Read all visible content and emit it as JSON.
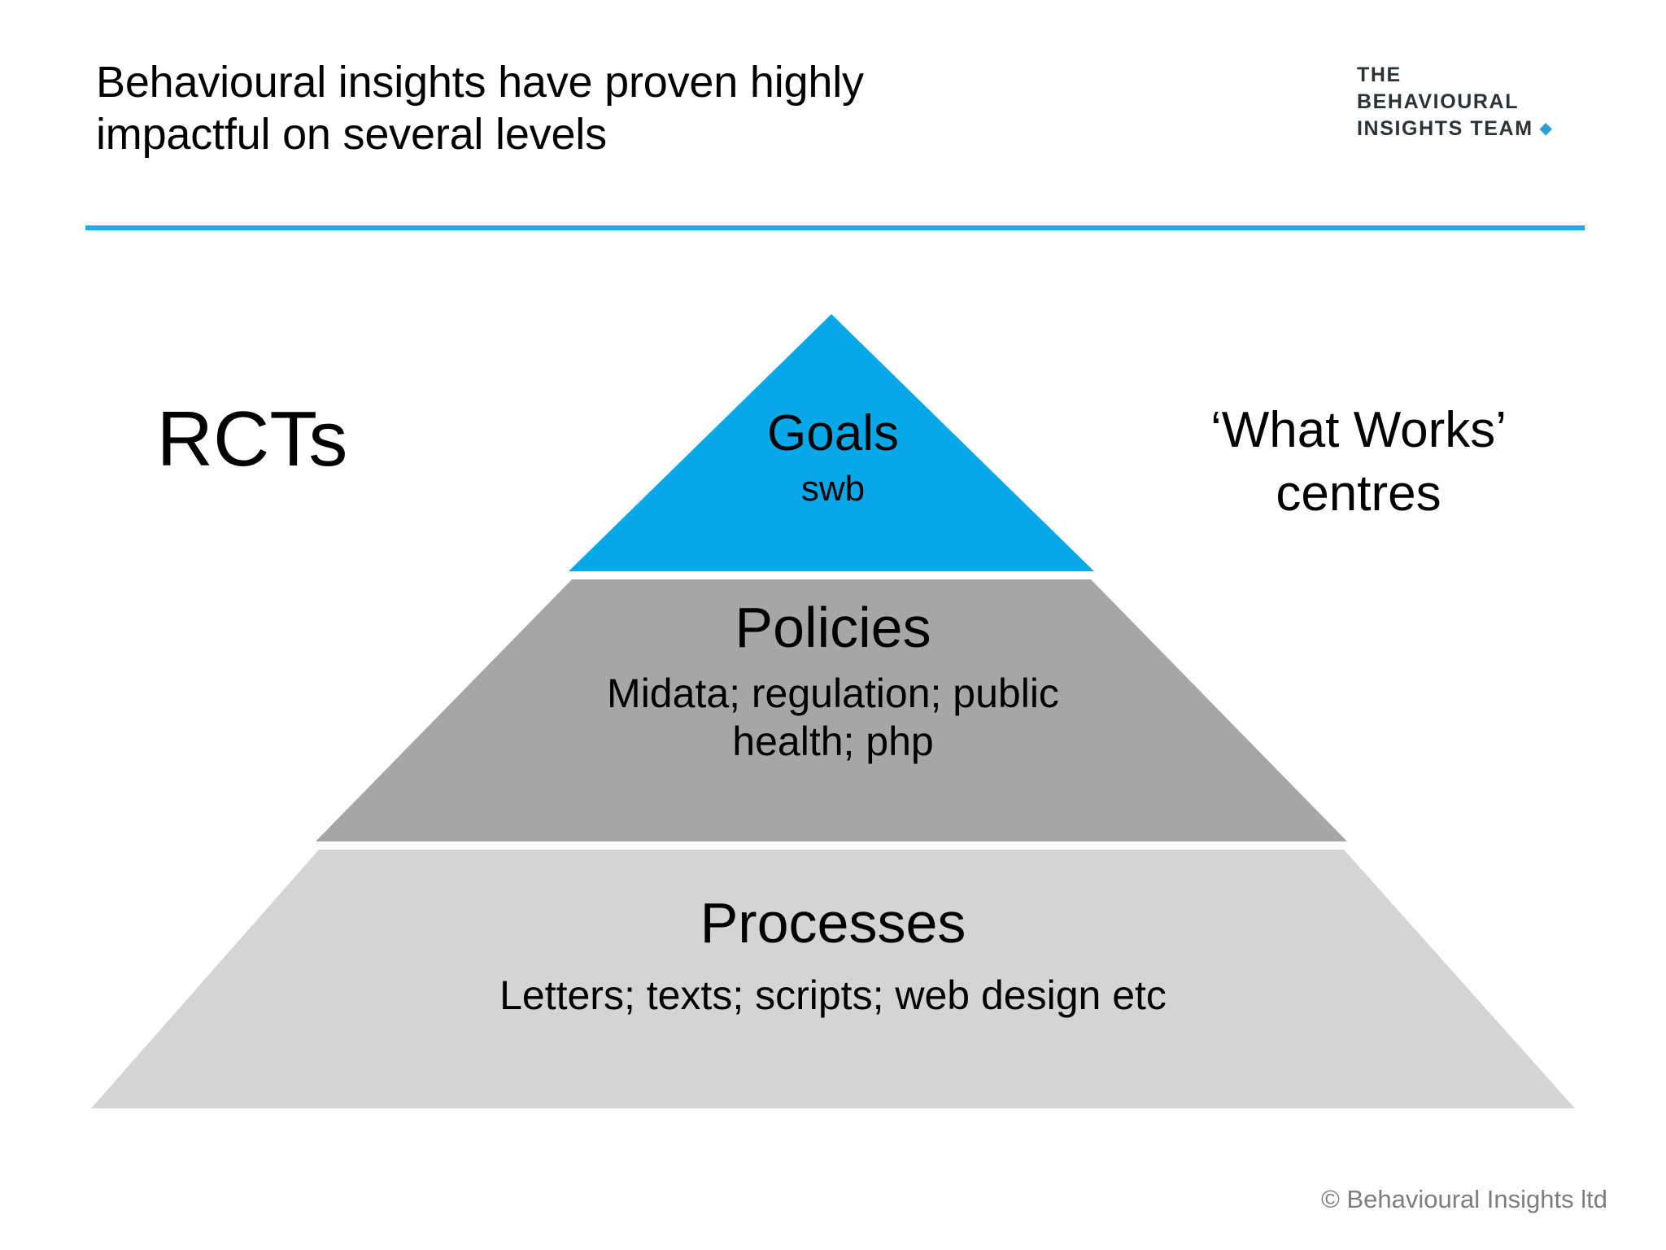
{
  "slide": {
    "title_line1": "Behavioural insights have proven highly",
    "title_line2": "impactful on several levels",
    "divider_color": "#1fabe8",
    "background_color": "#ffffff"
  },
  "logo": {
    "line1": "THE",
    "line2": "BEHAVIOURAL",
    "line3": "INSIGHTS TEAM",
    "text_color": "#2b3338",
    "dot_color": "#2b9fd4"
  },
  "pyramid": {
    "levels": [
      {
        "id": "goals",
        "title": "Goals",
        "subtitle": "swb",
        "color": "#07a8e8"
      },
      {
        "id": "policies",
        "title": "Policies",
        "subtitle_line1": "Midata; regulation; public",
        "subtitle_line2": "health; php",
        "color": "#a6a6a6"
      },
      {
        "id": "processes",
        "title": "Processes",
        "subtitle": "Letters; texts; scripts; web design etc",
        "color": "#d4d4d4"
      }
    ]
  },
  "annotations": {
    "left": "RCTs",
    "right_line1": "‘What Works’",
    "right_line2": "centres"
  },
  "footer": {
    "copyright": "© Behavioural Insights ltd",
    "color": "#7e7e80"
  }
}
